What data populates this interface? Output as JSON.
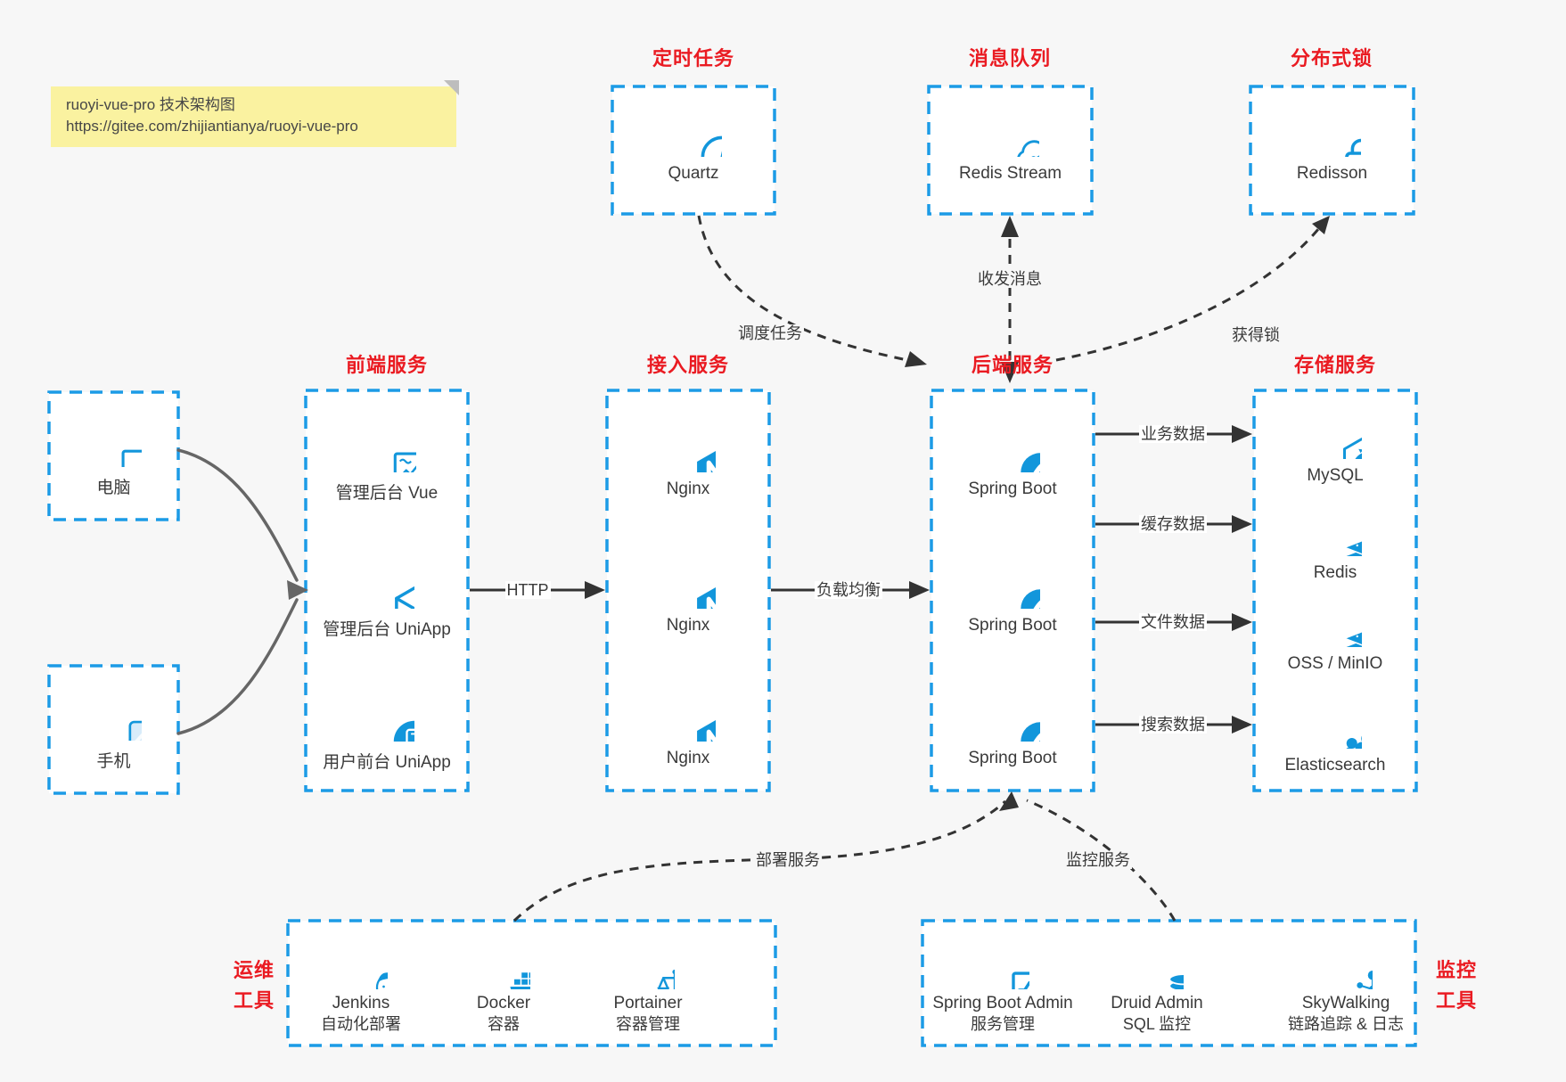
{
  "colors": {
    "accent_blue": "#1296db",
    "box_border_blue": "#1c9be6",
    "title_red": "#ea1b22",
    "text_dark": "#3a3a3a",
    "arrow_dark": "#333333",
    "arrow_gray": "#666666",
    "note_yellow": "#faf2a0",
    "page_background": "#f7f7f7"
  },
  "note": {
    "line1": "ruoyi-vue-pro 技术架构图",
    "line2": "https://gitee.com/zhijiantianya/ruoyi-vue-pro"
  },
  "top": {
    "scheduler": {
      "title": "定时任务",
      "label": "Quartz"
    },
    "queue": {
      "title": "消息队列",
      "label": "Redis Stream"
    },
    "lock": {
      "title": "分布式锁",
      "label": "Redisson"
    }
  },
  "clients": {
    "pc": "电脑",
    "mobile": "手机"
  },
  "frontend": {
    "title": "前端服务",
    "items": [
      "管理后台 Vue",
      "管理后台 UniApp",
      "用户前台 UniApp"
    ]
  },
  "gateway": {
    "title": "接入服务",
    "items": [
      "Nginx",
      "Nginx",
      "Nginx"
    ]
  },
  "backend": {
    "title": "后端服务",
    "items": [
      "Spring Boot",
      "Spring Boot",
      "Spring Boot"
    ]
  },
  "storage": {
    "title": "存储服务",
    "items": [
      "MySQL",
      "Redis",
      "OSS / MinIO",
      "Elasticsearch"
    ]
  },
  "ops": {
    "title_line1": "运维",
    "title_line2": "工具",
    "items": [
      {
        "name": "Jenkins",
        "desc": "自动化部署"
      },
      {
        "name": "Docker",
        "desc": "容器"
      },
      {
        "name": "Portainer",
        "desc": "容器管理"
      }
    ]
  },
  "monitoring": {
    "title_line1": "监控",
    "title_line2": "工具",
    "items": [
      {
        "name": "Spring Boot Admin",
        "desc": "服务管理"
      },
      {
        "name": "Druid Admin",
        "desc": "SQL 监控"
      },
      {
        "name": "SkyWalking",
        "desc": "链路追踪 & 日志"
      }
    ]
  },
  "edges": {
    "schedule": "调度任务",
    "message": "收发消息",
    "acquire_lock": "获得锁",
    "http": "HTTP",
    "load_balance": "负载均衡",
    "business_data": "业务数据",
    "cache_data": "缓存数据",
    "file_data": "文件数据",
    "search_data": "搜索数据",
    "deploy": "部署服务",
    "monitor": "监控服务"
  }
}
